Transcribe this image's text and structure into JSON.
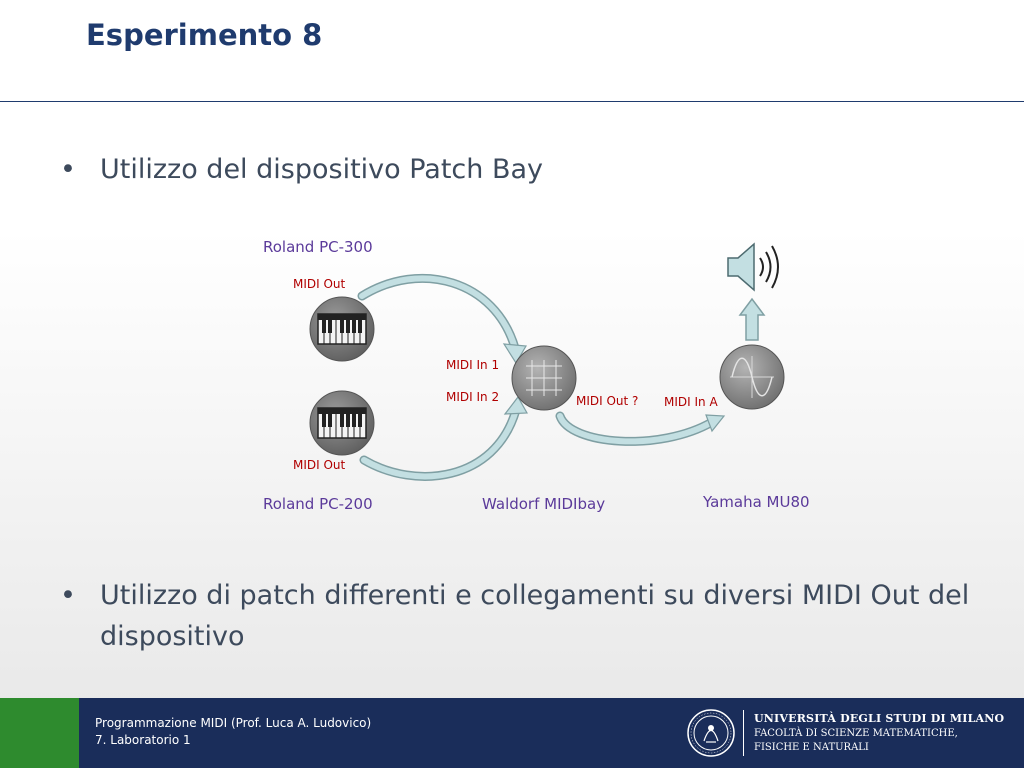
{
  "slide": {
    "title": "Esperimento 8",
    "bullets": [
      "Utilizzo del dispositivo Patch Bay",
      "Utilizzo di patch differenti e collegamenti su diversi MIDI Out del dispositivo"
    ]
  },
  "diagram": {
    "devices": {
      "roland_pc300": "Roland PC-300",
      "roland_pc200": "Roland PC-200",
      "waldorf": "Waldorf MIDIbay",
      "yamaha": "Yamaha MU80"
    },
    "ports": {
      "pc300_out": "MIDI Out",
      "pc200_out": "MIDI Out",
      "waldorf_in1": "MIDI In 1",
      "waldorf_in2": "MIDI In 2",
      "waldorf_out": "MIDI Out ?",
      "yamaha_in": "MIDI In A"
    },
    "colors": {
      "device_label": "#5b3a9a",
      "port_label": "#b00000",
      "arrow": "#b7d6d9"
    }
  },
  "footer": {
    "course_line1": "Programmazione MIDI (Prof. Luca A. Ludovico)",
    "course_line2": "7. Laboratorio 1",
    "university": "UNIVERSITÀ DEGLI STUDI DI MILANO",
    "faculty_line1": "FACOLTÀ DI SCIENZE MATEMATICHE,",
    "faculty_line2": "FISICHE E NATURALI",
    "colors": {
      "bar": "#1a2d5a",
      "accent": "#2e8b2e"
    }
  }
}
